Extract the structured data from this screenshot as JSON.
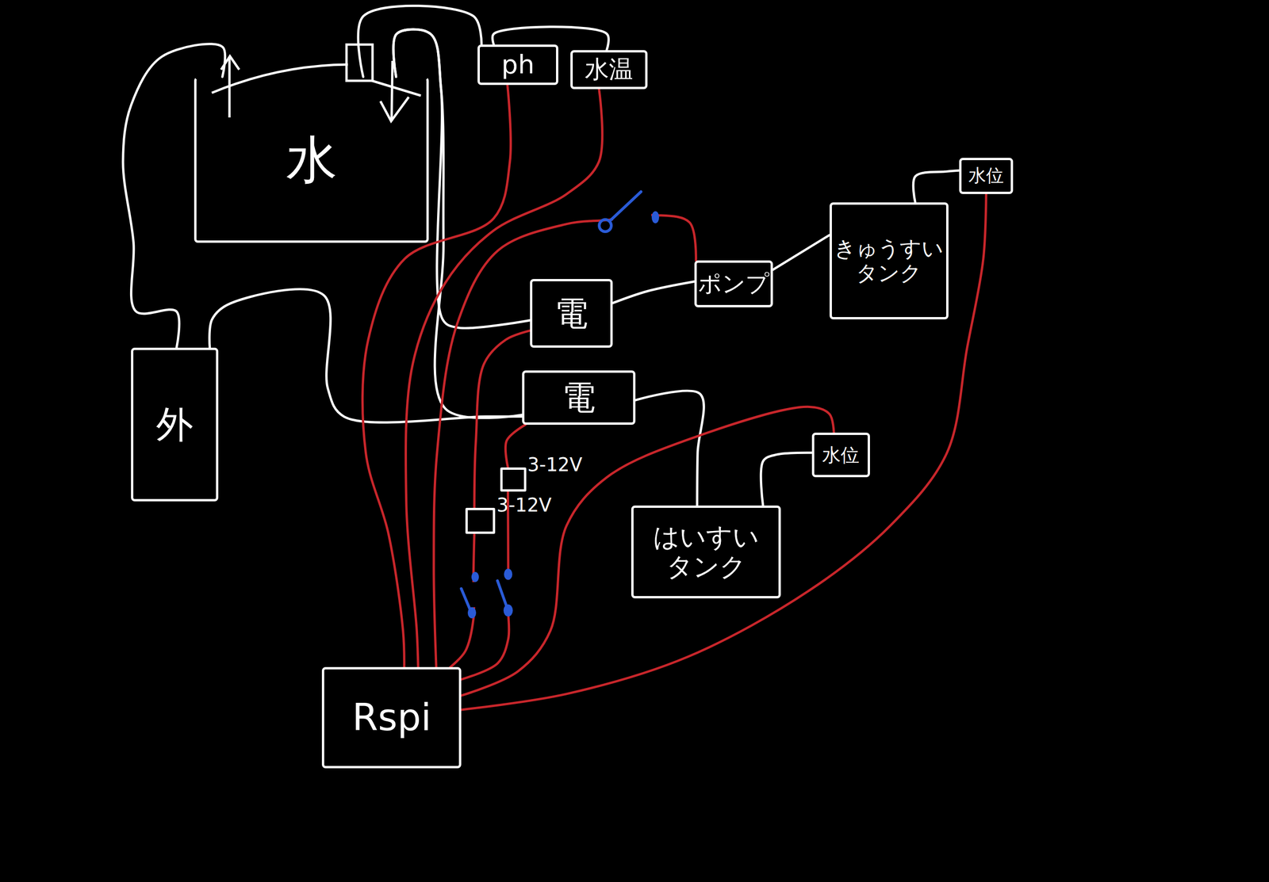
{
  "diagram": {
    "nodes": [
      {
        "text": [
          "水"
        ]
      },
      {
        "text": [
          "ph"
        ]
      },
      {
        "text": [
          "水温"
        ]
      },
      {
        "text": [
          "水位"
        ]
      },
      {
        "text": [
          "きゅうすい タンク"
        ]
      },
      {
        "text": [
          "ポンプ"
        ]
      },
      {
        "text": [
          "電"
        ]
      },
      {
        "text": [
          "外"
        ]
      },
      {
        "text": [
          "電"
        ]
      },
      {
        "text": [
          "3-12V"
        ]
      },
      {
        "text": [
          "水位"
        ]
      },
      {
        "text": [
          "3-12V"
        ]
      },
      {
        "text": [
          "はいすい タンク"
        ]
      },
      {
        "text": [
          "Rspi"
        ]
      }
    ],
    "edges": [
      {
        "from": 0,
        "to": 1,
        "arrow": "none"
      },
      {
        "from": 1,
        "to": 2,
        "arrow": "none"
      },
      {
        "from": 0,
        "to": 7,
        "arrow": "none"
      },
      {
        "from": 7,
        "to": 8,
        "arrow": "none"
      },
      {
        "from": 0,
        "to": 8,
        "arrow": "none"
      },
      {
        "from": 0,
        "to": 6,
        "arrow": "none"
      },
      {
        "from": 6,
        "to": 5,
        "arrow": "none"
      },
      {
        "from": 5,
        "to": 4,
        "arrow": "none"
      },
      {
        "from": 4,
        "to": 3,
        "arrow": "none"
      },
      {
        "from": 8,
        "to": 12,
        "arrow": "none"
      },
      {
        "from": 12,
        "to": 10,
        "arrow": "none"
      },
      {
        "from": 1,
        "to": 13,
        "arrow": "none"
      },
      {
        "from": 2,
        "to": 13,
        "arrow": "none"
      },
      {
        "from": 13,
        "to": 5,
        "arrow": "none"
      },
      {
        "from": 13,
        "to": 11,
        "arrow": "none"
      },
      {
        "from": 11,
        "to": 6,
        "arrow": "none"
      },
      {
        "from": 13,
        "to": 9,
        "arrow": "none"
      },
      {
        "from": 9,
        "to": 8,
        "arrow": "none"
      },
      {
        "from": 13,
        "to": 10,
        "arrow": "none"
      },
      {
        "from": 13,
        "to": 3,
        "arrow": "none"
      }
    ]
  }
}
